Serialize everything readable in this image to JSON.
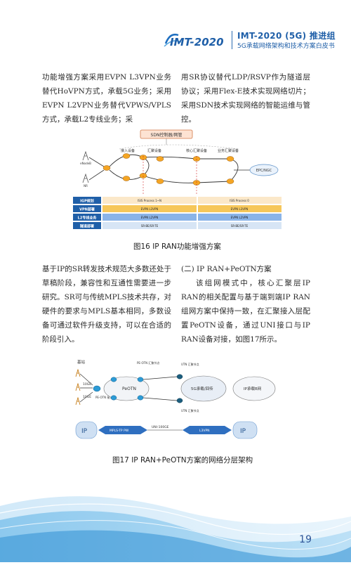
{
  "header": {
    "logo_text": "IMT-2020",
    "title": "IMT-2020 (5G) 推进组",
    "subtitle": "5G承载网络架构和技术方案白皮书"
  },
  "body_top": {
    "left_para": "功能增强方案采用EVPN L3VPN业务替代HoVPN方式，承载5G业务；采用EVPN L2VPN业务替代VPWS/VPLS方式，承载L2专线业务；采",
    "right_para": "用SR协议替代LDP/RSVP作为隧道层协议；采用Flex-E技术实现网络切片；采用SDN技术实现网络的智能运维与管控。"
  },
  "figure16": {
    "caption": "图16  IP RAN功能增强方案",
    "sdn_box": "SDN控制器/网管",
    "top_labels": [
      "接入设备",
      "汇聚设备",
      "核心汇聚设备",
      "业务汇聚设备"
    ],
    "left_labels": [
      "eNodeB",
      "NR"
    ],
    "cloud_label": "EPC/NGC",
    "proto_rows": [
      {
        "label": "IGP规划",
        "seg1": "ISIS Process 1~N",
        "seg2": "ISIS Process 0"
      },
      {
        "label": "VPN部署",
        "seg1": "EVPN L3VPN",
        "seg2": "EVPN L3VPN"
      },
      {
        "label": "L2专线业务",
        "seg1": "EVPN L2VPN",
        "seg2": "EVPN L2VPN"
      },
      {
        "label": "隧道部署",
        "seg1": "SR-BE/SR-TE",
        "seg2": "SR-BE/SR-TE"
      }
    ]
  },
  "body_mid": {
    "left_para": "基于IP的SR转发技术规范大多数还处于草稿阶段，兼容性和互通性需要进一步研究。SR可与传统MPLS技术共存，对硬件的要求与MPLS基本相同，多数设备可通过软件升级支持，可以在合适的阶段引入。",
    "right_heading": "(二) IP RAN+PeOTN方案",
    "right_para": "该组网模式中，核心汇聚层IP RAN的相关配置与基于端到端IP RAN组网方案中保持一致，在汇聚接入层配置PeOTN设备，通过UNI接口与IP RAN设备对接，如图17所示。"
  },
  "figure17": {
    "caption": "图17  IP RAN+PeOTN方案的网络分层架构",
    "labels": {
      "base": "基站",
      "ge1": "10GE",
      "ge2": "10GE",
      "pe_access": "PE-OTN\n接入节点",
      "peotn_cloud": "PeOTN",
      "pe_agg": "PE-OTN\n汇聚节点",
      "utn1": "UTN\n汇聚节点",
      "utn2": "UTN\n汇聚节点",
      "cloud_5g": "5G承载/回传",
      "cloud_ip": "IP承载B网",
      "ip_left": "IP",
      "ip_right": "IP",
      "pw": "MPLS-TP PW",
      "uni": "UNI-100GE",
      "l3vpn": "L3VPN"
    }
  },
  "page_number": "19"
}
